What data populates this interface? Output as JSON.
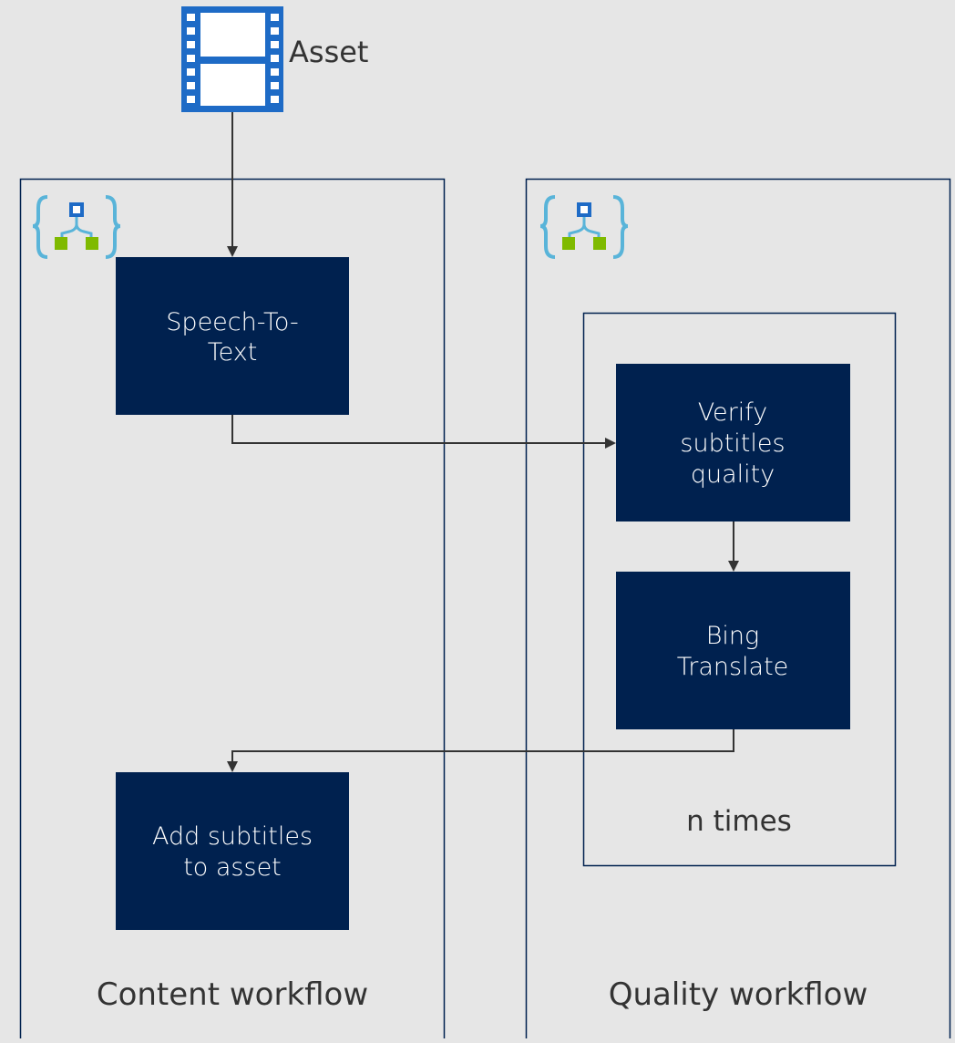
{
  "asset": {
    "label": "Asset",
    "icon": "film-strip-icon",
    "icon_color": "#1e6bc6"
  },
  "content_workflow": {
    "label": "Content workflow",
    "icon": "logic-app-icon",
    "steps": {
      "speech_to_text": [
        "Speech-To-",
        "Text"
      ],
      "add_subtitles": [
        "Add subtitles",
        "to asset"
      ]
    }
  },
  "quality_workflow": {
    "label": "Quality workflow",
    "icon": "logic-app-icon",
    "loop": {
      "label": "n times",
      "steps": {
        "verify": [
          "Verify",
          "subtitles",
          "quality"
        ],
        "translate": [
          "Bing",
          "Translate"
        ]
      }
    }
  },
  "colors": {
    "background": "#e6e6e6",
    "step_box": "#00214f",
    "container_border": "#00214f",
    "connector": "#333333",
    "logic_app_brace": "#59b4d9",
    "logic_app_node_top": "#1e6bc6",
    "logic_app_node_bottom": "#7fba00"
  }
}
